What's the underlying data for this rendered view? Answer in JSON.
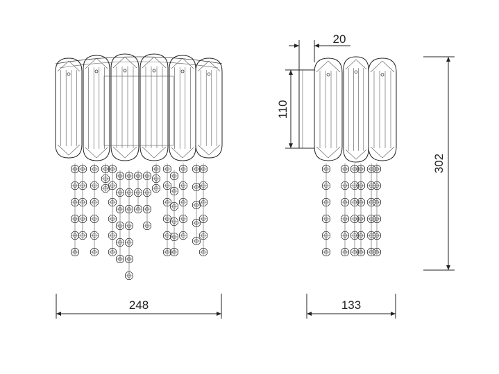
{
  "dimensions": {
    "front_width": "248",
    "side_width": "133",
    "height": "302",
    "mount_height": "110",
    "mount_depth": "20"
  },
  "colors": {
    "line": "#222222",
    "background": "#ffffff"
  }
}
